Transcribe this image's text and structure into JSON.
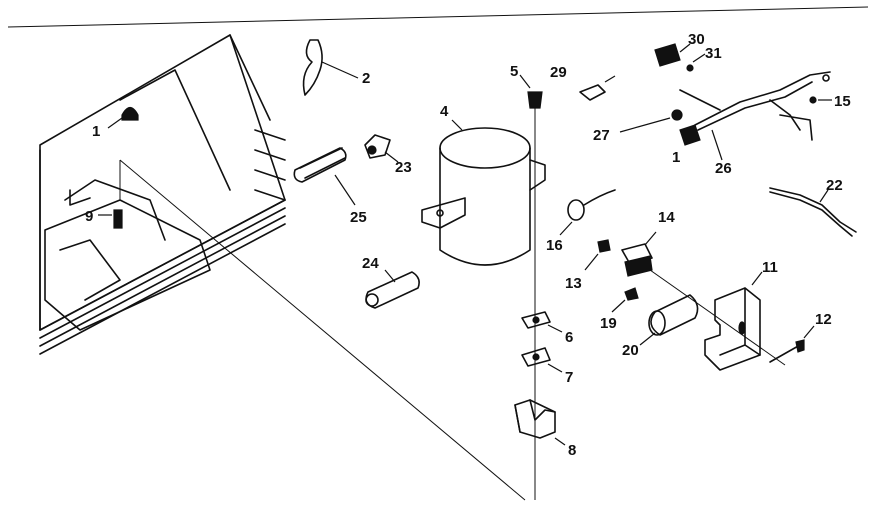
{
  "callouts": {
    "c1": "1",
    "c2": "2",
    "c4": "4",
    "c5": "5",
    "c6": "6",
    "c7": "7",
    "c8": "8",
    "c9": "9",
    "c11": "11",
    "c12": "12",
    "c13": "13",
    "c14": "14",
    "c15": "15",
    "c16": "16",
    "c19": "19",
    "c20": "20",
    "c22": "22",
    "c23": "23",
    "c24": "24",
    "c25": "25",
    "c26": "26",
    "c27": "27",
    "c29": "29",
    "c30": "30",
    "c31": "31",
    "c1b": "1"
  }
}
